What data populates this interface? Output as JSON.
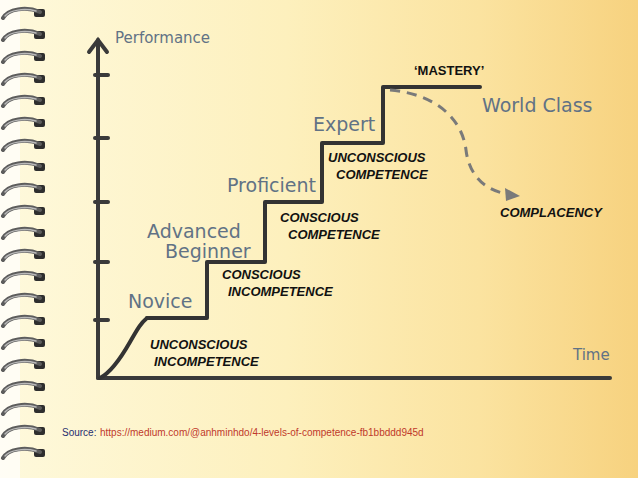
{
  "diagram": {
    "labels": [
      "Performance",
      "‘MASTERY’",
      "World Class",
      "Expert",
      "UNCONSCIOUS COMPETENCE",
      "Proficient",
      "CONSCIOUS COMPETENCE",
      "COMPLACENCY",
      "Advanced Beginner",
      "CONSCIOUS INCOMPETENCE",
      "Novice",
      "UNCONSCIOUS INCOMPETENCE",
      "Time",
      "Source:",
      "https://medium.com/@anhminhdo/4-levels-of-competence-fb1bbddd945d"
    ]
  }
}
